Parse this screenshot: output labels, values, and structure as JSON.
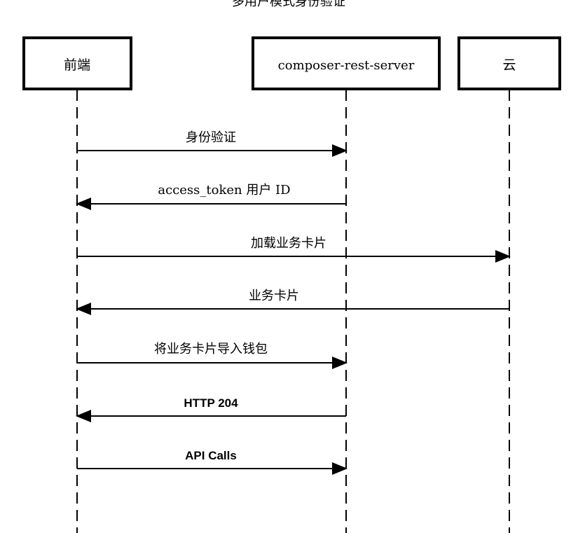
{
  "title": "多用户模式身份验证",
  "participants": [
    {
      "label": "前端"
    },
    {
      "label": "composer-rest-server"
    },
    {
      "label": "云"
    }
  ],
  "messages": [
    {
      "label": "身份验证",
      "from": 0,
      "to": 1
    },
    {
      "label": "access_token 用户 ID",
      "from": 1,
      "to": 0
    },
    {
      "label": "加载业务卡片",
      "from": 0,
      "to": 2
    },
    {
      "label": "业务卡片",
      "from": 2,
      "to": 0
    },
    {
      "label": "将业务卡片导入钱包",
      "from": 0,
      "to": 1
    },
    {
      "label": "HTTP 204",
      "from": 1,
      "to": 0
    },
    {
      "label": "API Calls",
      "from": 0,
      "to": 1
    }
  ]
}
